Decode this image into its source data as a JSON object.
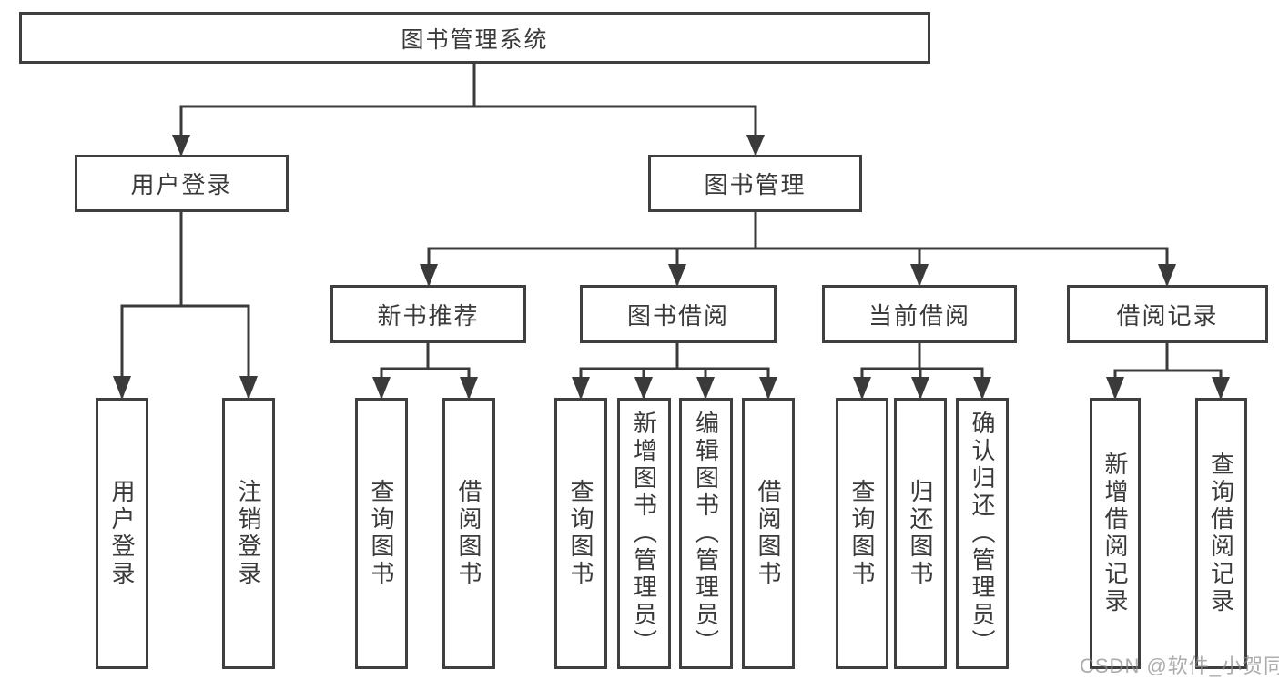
{
  "root": {
    "label": "图书管理系统"
  },
  "level2": [
    {
      "label": "用户登录"
    },
    {
      "label": "图书管理"
    }
  ],
  "level3": [
    {
      "label": "新书推荐"
    },
    {
      "label": "图书借阅"
    },
    {
      "label": "当前借阅"
    },
    {
      "label": "借阅记录"
    }
  ],
  "leaves": {
    "userLogin": [
      {
        "label": "用户登录"
      },
      {
        "label": "注销登录"
      }
    ],
    "newBookRec": [
      {
        "label": "查询图书"
      },
      {
        "label": "借阅图书"
      }
    ],
    "bookBorrow": [
      {
        "label": "查询图书"
      },
      {
        "label": "新增图书（管理员）"
      },
      {
        "label": "编辑图书（管理员）"
      },
      {
        "label": "借阅图书"
      }
    ],
    "currentBorrow": [
      {
        "label": "查询图书"
      },
      {
        "label": "归还图书"
      },
      {
        "label": "确认归还（管理员）"
      }
    ],
    "borrowRecord": [
      {
        "label": "新增借阅记录"
      },
      {
        "label": "查询借阅记录"
      }
    ]
  },
  "watermark": "CSDN @软件_小贺同学",
  "colors": {
    "line": "#3a3a3a",
    "border": "#3f3f3f",
    "text": "#3a3a3a",
    "background": "#ffffff",
    "watermark_text": "#8c8c8c"
  }
}
